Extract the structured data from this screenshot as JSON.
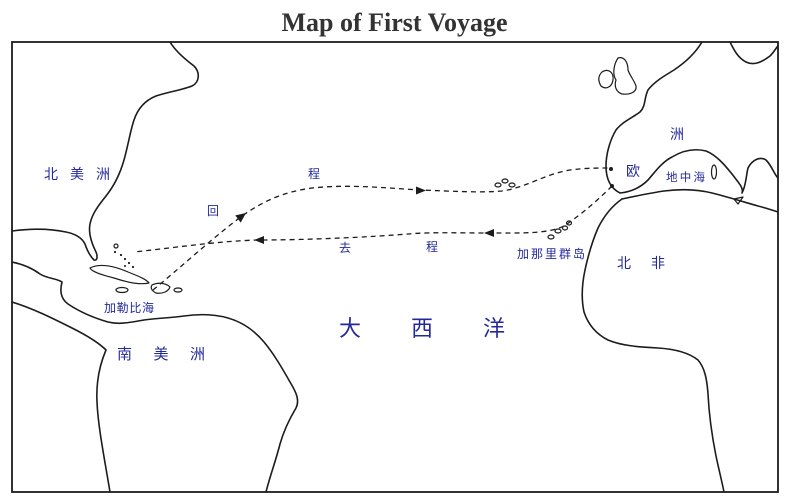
{
  "title": "Map of First Voyage",
  "regions": {
    "north_america": "北 美 洲",
    "south_america": "南 美 洲",
    "europe": [
      "欧",
      "洲"
    ],
    "north_africa": "北 非"
  },
  "waters": {
    "caribbean_sea": "加勒比海",
    "atlantic_ocean": "大 西 洋",
    "mediterranean_sea": "地中海"
  },
  "islands": {
    "canary_islands": "加那里群岛"
  },
  "routes": {
    "return_trip": [
      "回",
      "程"
    ],
    "outbound_trip": [
      "去",
      "程"
    ]
  },
  "colors": {
    "label": "#23299b",
    "ink": "#1c1c1c",
    "title": "#333333"
  }
}
